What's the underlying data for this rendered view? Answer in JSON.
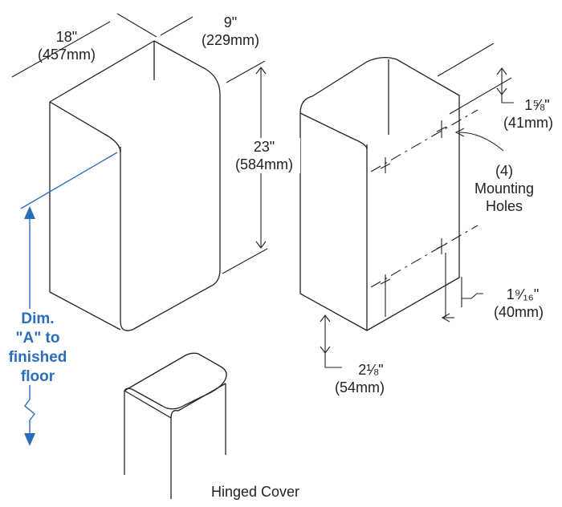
{
  "labels": {
    "width_in": "18\"",
    "width_mm": "(457mm)",
    "depth_in": "9\"",
    "depth_mm": "(229mm)",
    "height_in": "23\"",
    "height_mm": "(584mm)",
    "top_hole_in": "1⅝\"",
    "top_hole_mm": "(41mm)",
    "holes_count": "(4)",
    "holes_line1": "Mounting",
    "holes_line2": "Holes",
    "side_hole_in": "1⁹⁄₁₆\"",
    "side_hole_mm": "(40mm)",
    "bottom_hole_in": "2⅛\"",
    "bottom_hole_mm": "(54mm)",
    "dim_a_line1": "Dim.",
    "dim_a_line2": "\"A\" to",
    "dim_a_line3": "finished",
    "dim_a_line4": "floor",
    "hinged_cover": "Hinged Cover"
  },
  "colors": {
    "line": "#222222",
    "accent": "#2a6ebb"
  }
}
